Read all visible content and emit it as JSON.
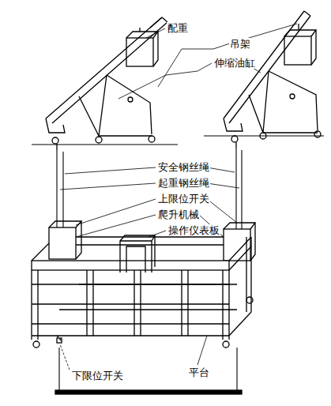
{
  "diagram": {
    "labels": [
      "配重",
      "吊架",
      "伸缩油缸",
      "安全钢丝绳",
      "起重钢丝绳",
      "上限位开关",
      "爬升机械",
      "操作仪表板",
      "下限位开关",
      "平台"
    ]
  }
}
